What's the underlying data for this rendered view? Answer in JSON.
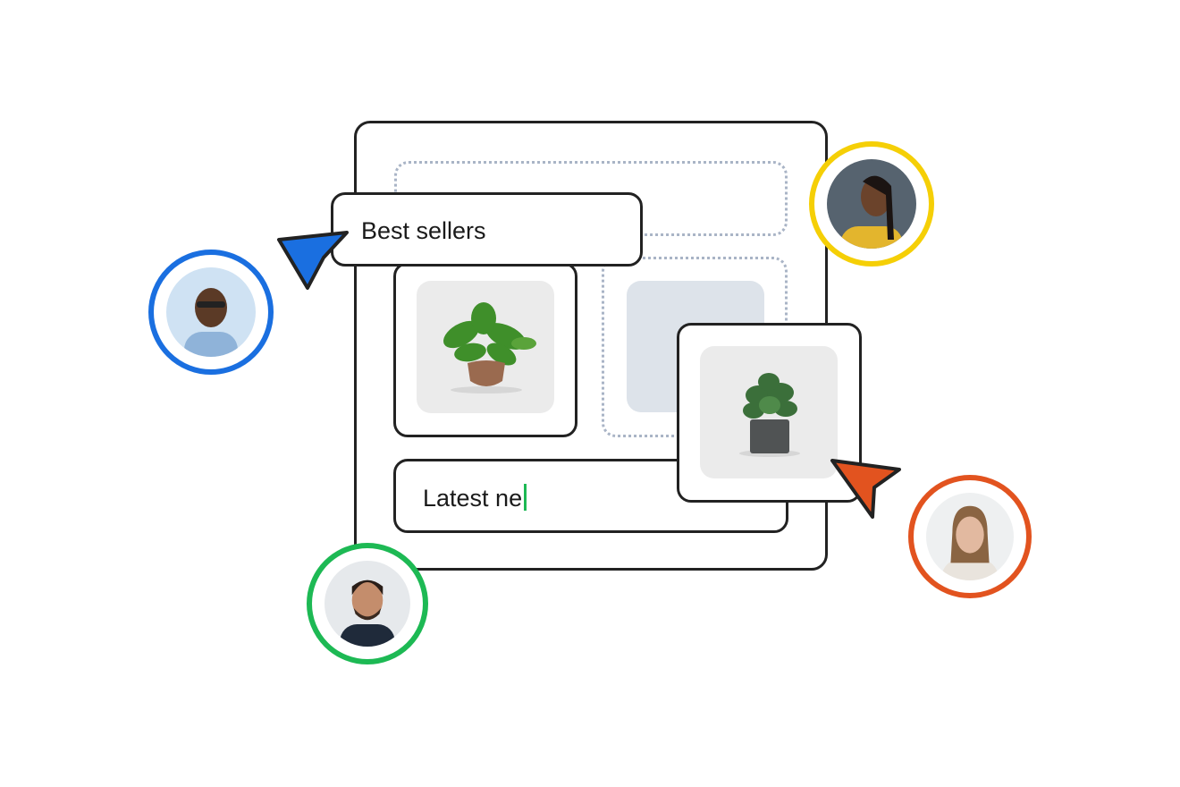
{
  "cards": {
    "best_sellers_label": "Best sellers",
    "latest_label": "Latest ne"
  },
  "colors": {
    "blue": "#1a6fe0",
    "yellow": "#f5cf06",
    "green": "#1db954",
    "orange": "#e2531f",
    "dotted": "#a9b4c6",
    "placeholder": "#dde3ea"
  },
  "avatars": [
    {
      "name": "blue-user",
      "color": "#1a6fe0"
    },
    {
      "name": "yellow-user",
      "color": "#f5cf06"
    },
    {
      "name": "green-user",
      "color": "#1db954"
    },
    {
      "name": "orange-user",
      "color": "#e2531f"
    }
  ]
}
